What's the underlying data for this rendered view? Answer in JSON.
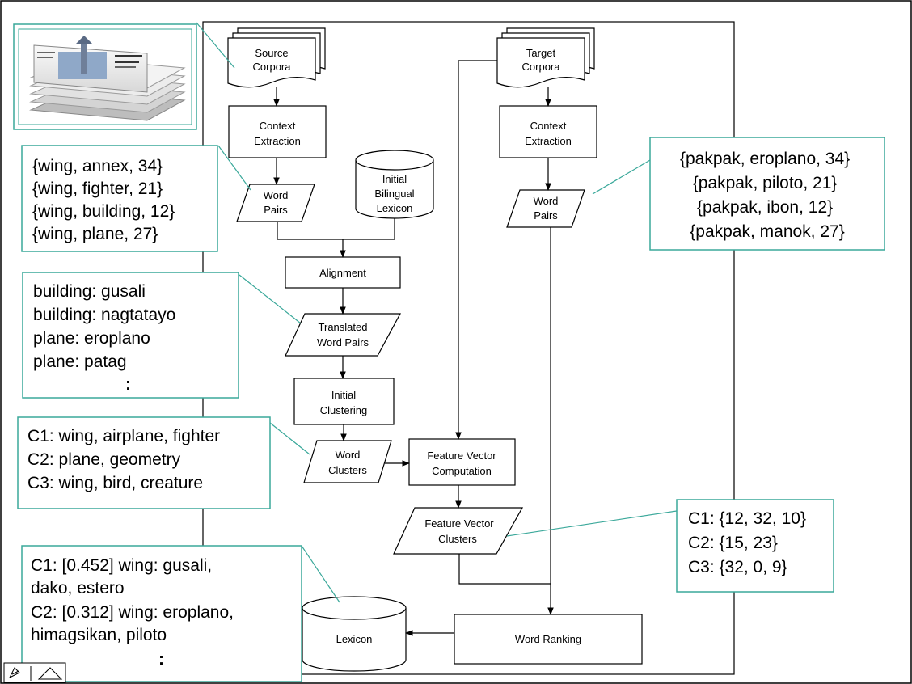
{
  "nodes": {
    "source_corpora": [
      "Source",
      "Corpora"
    ],
    "target_corpora": [
      "Target",
      "Corpora"
    ],
    "context_extraction_left": [
      "Context",
      "Extraction"
    ],
    "context_extraction_right": [
      "Context",
      "Extraction"
    ],
    "word_pairs_left": [
      "Word",
      "Pairs"
    ],
    "word_pairs_right": [
      "Word",
      "Pairs"
    ],
    "initial_lexicon": [
      "Initial",
      "Bilingual",
      "Lexicon"
    ],
    "alignment": [
      "Alignment"
    ],
    "translated_pairs": [
      "Translated",
      "Word Pairs"
    ],
    "initial_clustering": [
      "Initial",
      "Clustering"
    ],
    "word_clusters": [
      "Word",
      "Clusters"
    ],
    "feature_vector_computation": [
      "Feature Vector",
      "Computation"
    ],
    "feature_vector_clusters": [
      "Feature Vector",
      "Clusters"
    ],
    "word_ranking": [
      "Word Ranking"
    ],
    "lexicon": [
      "Lexicon"
    ]
  },
  "callouts": {
    "source_pairs": [
      "{wing, annex, 34}",
      "{wing, fighter, 21}",
      "{wing, building, 12}",
      "{wing, plane, 27}"
    ],
    "target_pairs": [
      "{pakpak, eroplano, 34}",
      "{pakpak, piloto, 21}",
      "{pakpak, ibon, 12}",
      "{pakpak, manok, 27}"
    ],
    "translations": [
      "building: gusali",
      "building: nagtatayo",
      "plane: eroplano",
      "plane: patag",
      ":"
    ],
    "clusters": [
      "C1: wing, airplane, fighter",
      "C2: plane, geometry",
      "C3: wing, bird, creature"
    ],
    "vectors": [
      "C1: {12, 32, 10}",
      "C2: {15, 23}",
      "C3: {32, 0, 9}"
    ],
    "lexicon_entries": [
      "C1: [0.452] wing: gusali,",
      "dako, estero",
      "C2: [0.312] wing: eroplano,",
      "himagsikan, piloto",
      ":"
    ]
  },
  "colors": {
    "callout_border": "#3aa89a",
    "flow": "#000000",
    "background": "#ffffff"
  },
  "icons": {
    "newspaper": "newspaper-stack-image",
    "corner": "drawing-toolbar-icon"
  }
}
